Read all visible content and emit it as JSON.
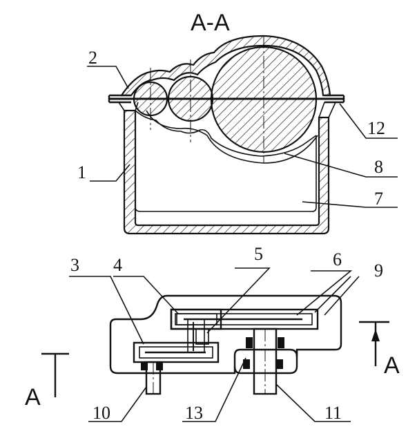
{
  "title": "A-A",
  "section_marks": {
    "left": "A",
    "right": "A"
  },
  "callouts": [
    "1",
    "2",
    "3",
    "4",
    "5",
    "6",
    "7",
    "8",
    "9",
    "10",
    "11",
    "12",
    "13"
  ]
}
